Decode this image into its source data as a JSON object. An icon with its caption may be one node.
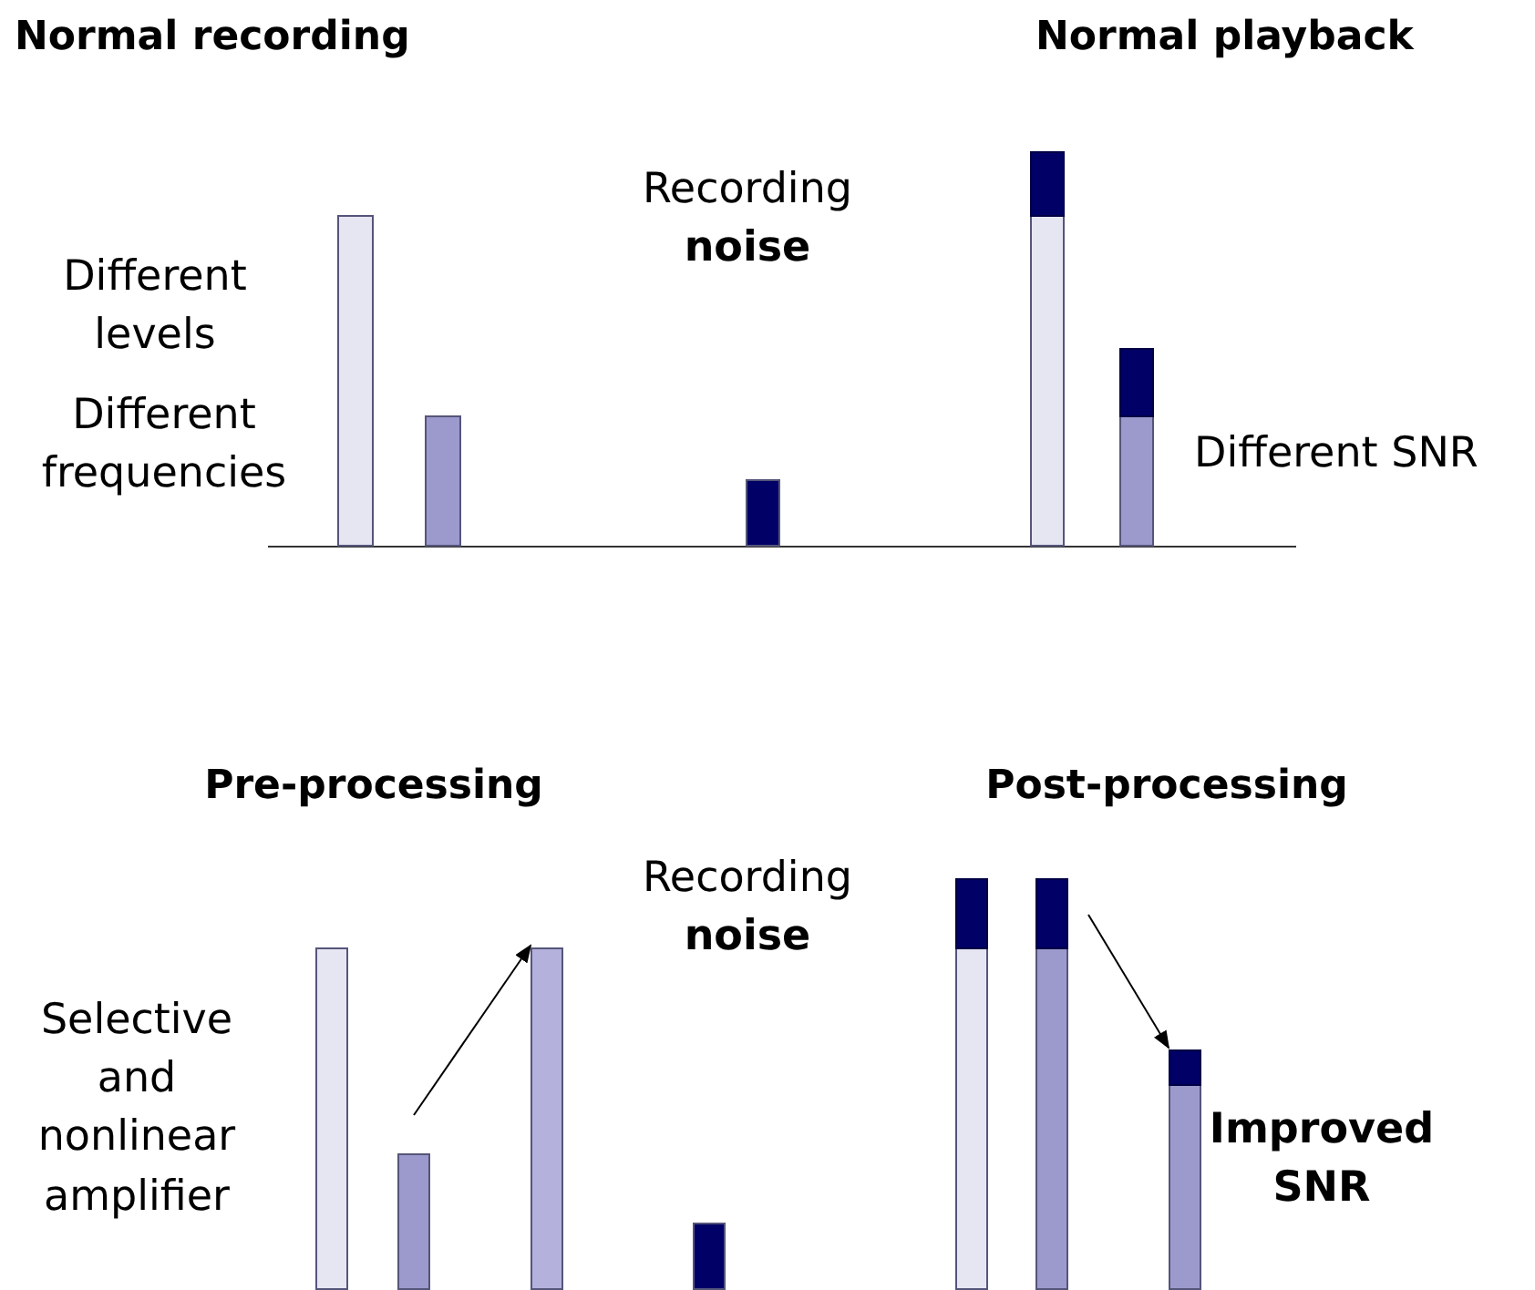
{
  "diagram": {
    "nodes": [
      {
        "text": [],
        "shape": "bar"
      },
      {
        "text": [],
        "shape": "bar"
      },
      {
        "text": [],
        "shape": "bar"
      },
      {
        "text": [],
        "shape": "bar"
      },
      {
        "text": [],
        "shape": "bar"
      },
      {
        "text": [],
        "shape": "bar"
      },
      {
        "text": [],
        "shape": "bar"
      },
      {
        "text": [],
        "shape": "bar"
      },
      {
        "text": [],
        "shape": "bar"
      },
      {
        "text": [],
        "shape": "bar"
      },
      {
        "text": [],
        "shape": "bar"
      },
      {
        "text": [],
        "shape": "bar"
      }
    ],
    "edges": [
      {
        "from": 6,
        "to": 7,
        "arrow": "to"
      },
      {
        "from": 10,
        "to": 11,
        "arrow": "to"
      }
    ],
    "labels": [
      "Normal recording",
      "Normal playback",
      "Recording **noise**",
      "Different levels",
      "Different frequencies",
      "Different SNR",
      "Pre-processing",
      "Post-processing",
      "Recording **noise**",
      "Selective and nonlinear amplifier",
      "Improved SNR"
    ]
  }
}
